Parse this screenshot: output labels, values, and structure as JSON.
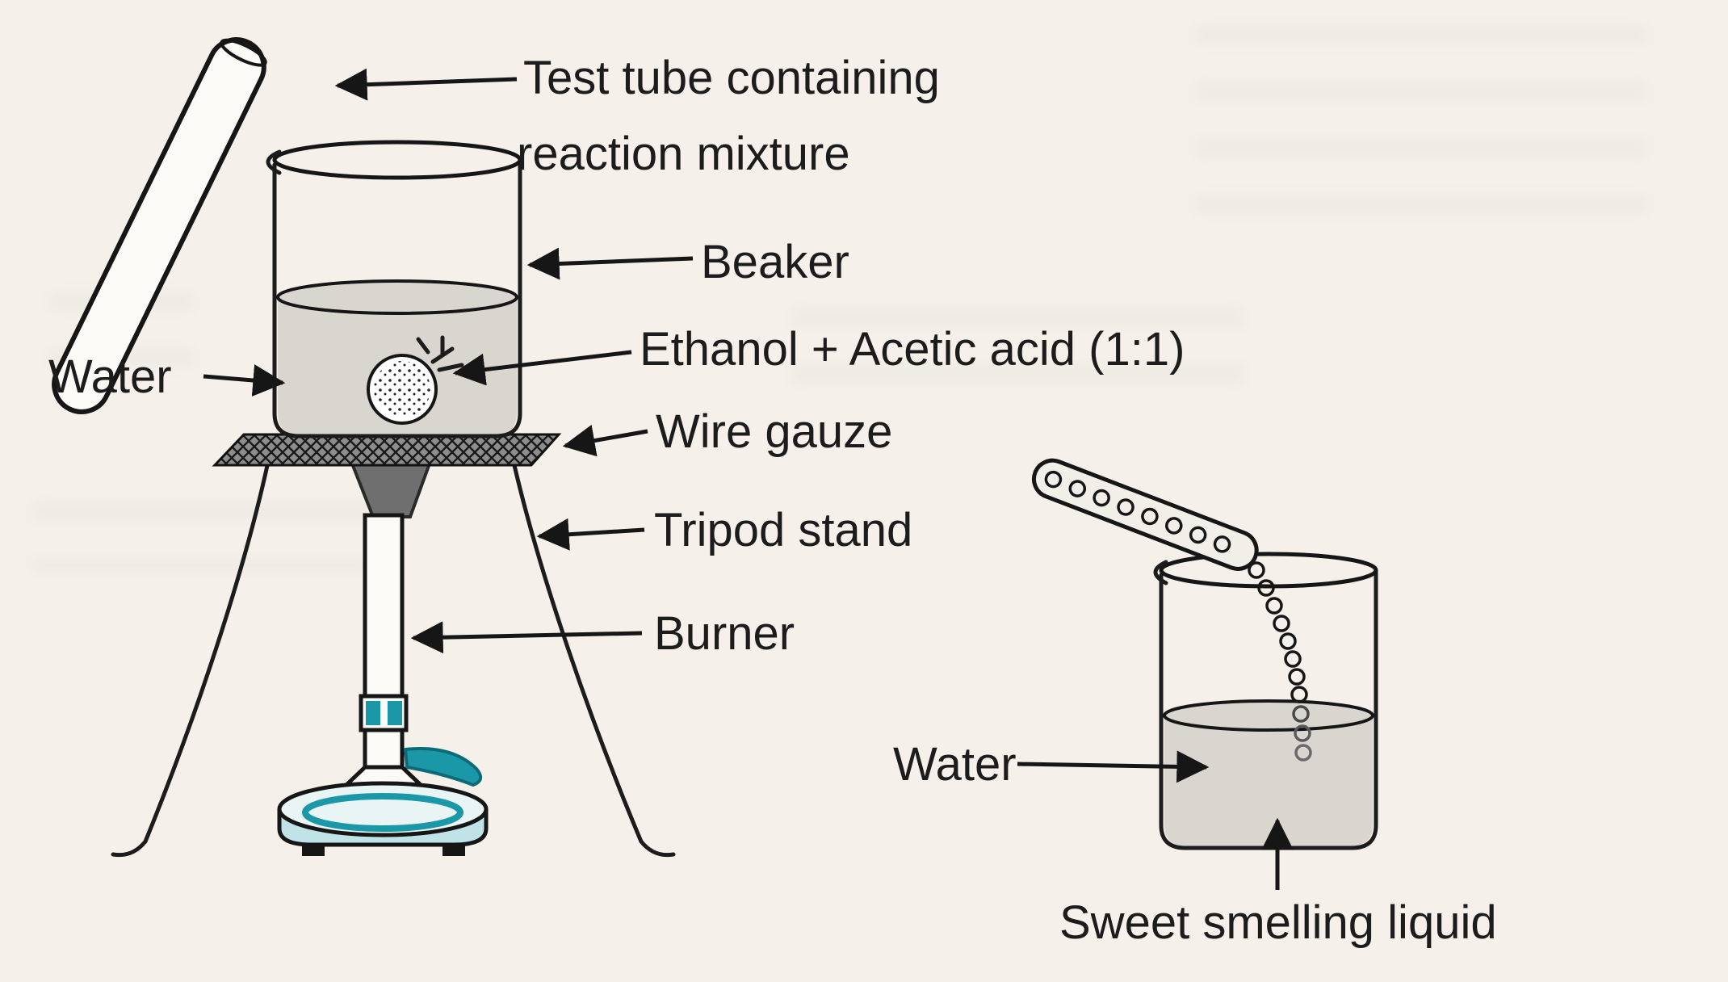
{
  "diagram": {
    "labels": {
      "test_tube_line1": "Test tube containing",
      "test_tube_line2": "reaction mixture",
      "beaker": "Beaker",
      "water_left": "Water",
      "ethanol_acetic": "Ethanol + Acetic acid (1:1)",
      "wire_gauze": "Wire gauze",
      "tripod_stand": "Tripod stand",
      "burner": "Burner",
      "water_right": "Water",
      "sweet_smelling_liquid": "Sweet smelling liquid"
    },
    "colors": {
      "ink": "#1c1c1c",
      "paper": "#f5f1ea",
      "water_fill": "#d9d6d0",
      "burner_accent": "#1a98a8",
      "burner_base_fill": "#bfe3e6"
    }
  }
}
